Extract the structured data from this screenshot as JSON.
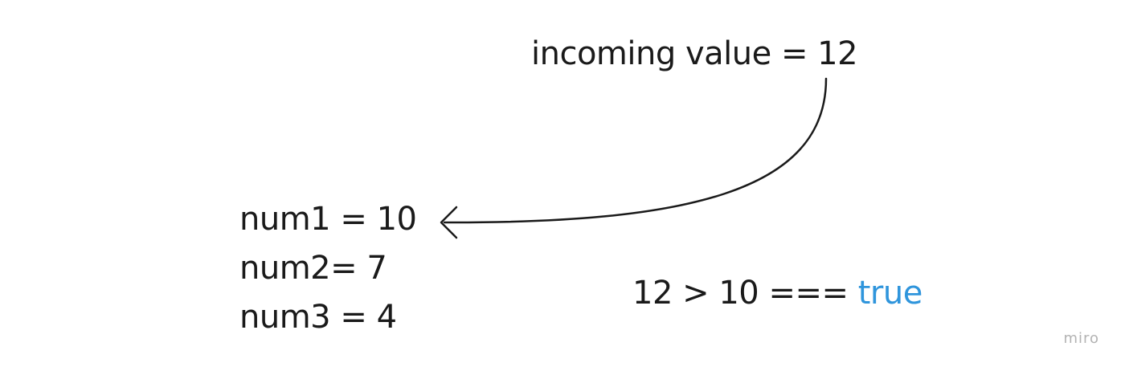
{
  "incoming": {
    "text": "incoming value = 12"
  },
  "variables": [
    {
      "text": "num1 = 10"
    },
    {
      "text": "num2= 7"
    },
    {
      "text": "num3 = 4"
    }
  ],
  "comparison": {
    "expression": "12 > 10 === ",
    "result": "true",
    "result_color": "#2f95dc"
  },
  "watermark": "miro"
}
